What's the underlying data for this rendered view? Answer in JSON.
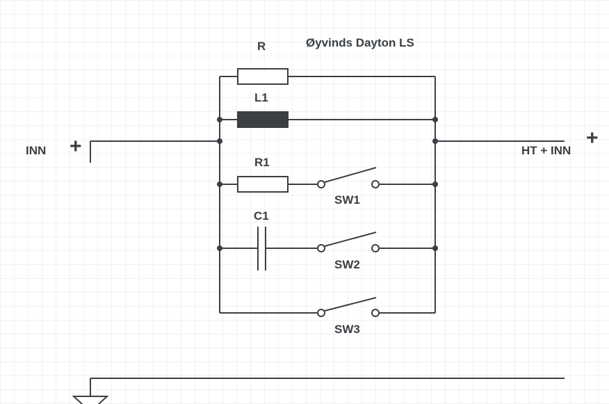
{
  "diagram": {
    "title": "Øyvinds Dayton LS",
    "input_label": "INN",
    "input_polarity": "+",
    "output_label": "HT + INN",
    "output_polarity": "+",
    "components": {
      "r": "R",
      "l1": "L1",
      "r1": "R1",
      "c1": "C1",
      "sw1": "SW1",
      "sw2": "SW2",
      "sw3": "SW3"
    },
    "colors": {
      "line": "#3a3f44",
      "grid": "#e4e4e4",
      "background": "#ffffff"
    }
  }
}
